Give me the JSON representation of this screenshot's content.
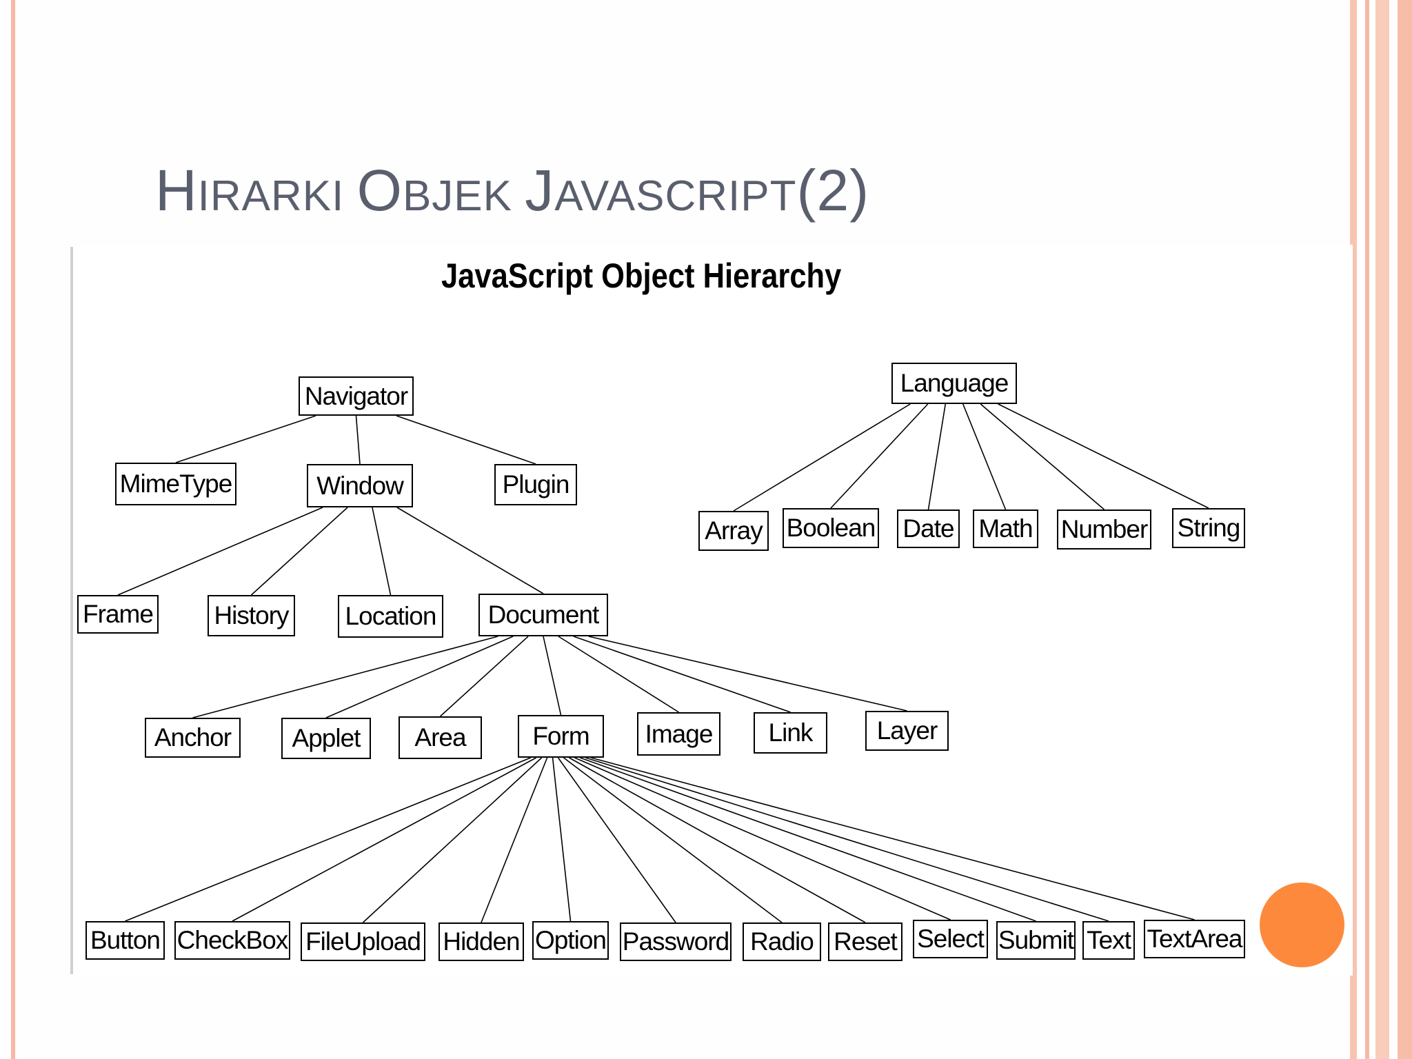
{
  "slide": {
    "title_parts": [
      {
        "text": "H",
        "size": "big"
      },
      {
        "text": "IRARKI ",
        "size": "small"
      },
      {
        "text": "O",
        "size": "big"
      },
      {
        "text": "BJEK ",
        "size": "small"
      },
      {
        "text": "J",
        "size": "big"
      },
      {
        "text": "AVASCRIPT",
        "size": "small"
      },
      {
        "text": "(2)",
        "size": "big"
      }
    ]
  },
  "diagram": {
    "title": "JavaScript Object Hierarchy",
    "nodes": [
      {
        "id": "navigator",
        "label": "Navigator"
      },
      {
        "id": "mimetype",
        "label": "MimeType"
      },
      {
        "id": "window",
        "label": "Window"
      },
      {
        "id": "plugin",
        "label": "Plugin"
      },
      {
        "id": "frame",
        "label": "Frame"
      },
      {
        "id": "history",
        "label": "History"
      },
      {
        "id": "location",
        "label": "Location"
      },
      {
        "id": "document",
        "label": "Document"
      },
      {
        "id": "anchor",
        "label": "Anchor"
      },
      {
        "id": "applet",
        "label": "Applet"
      },
      {
        "id": "area",
        "label": "Area"
      },
      {
        "id": "form",
        "label": "Form"
      },
      {
        "id": "image",
        "label": "Image"
      },
      {
        "id": "link",
        "label": "Link"
      },
      {
        "id": "layer",
        "label": "Layer"
      },
      {
        "id": "button",
        "label": "Button"
      },
      {
        "id": "checkbox",
        "label": "CheckBox"
      },
      {
        "id": "fileupload",
        "label": "FileUpload"
      },
      {
        "id": "hidden",
        "label": "Hidden"
      },
      {
        "id": "option",
        "label": "Option"
      },
      {
        "id": "password",
        "label": "Password"
      },
      {
        "id": "radio",
        "label": "Radio"
      },
      {
        "id": "reset",
        "label": "Reset"
      },
      {
        "id": "select",
        "label": "Select"
      },
      {
        "id": "submit",
        "label": "Submit"
      },
      {
        "id": "text",
        "label": "Text"
      },
      {
        "id": "textarea",
        "label": "TextArea"
      },
      {
        "id": "language",
        "label": "Language"
      },
      {
        "id": "array",
        "label": "Array"
      },
      {
        "id": "boolean",
        "label": "Boolean"
      },
      {
        "id": "date",
        "label": "Date"
      },
      {
        "id": "math",
        "label": "Math"
      },
      {
        "id": "number",
        "label": "Number"
      },
      {
        "id": "string",
        "label": "String"
      }
    ],
    "edges": [
      [
        "navigator",
        "mimetype"
      ],
      [
        "navigator",
        "window"
      ],
      [
        "navigator",
        "plugin"
      ],
      [
        "window",
        "frame"
      ],
      [
        "window",
        "history"
      ],
      [
        "window",
        "location"
      ],
      [
        "window",
        "document"
      ],
      [
        "document",
        "anchor"
      ],
      [
        "document",
        "applet"
      ],
      [
        "document",
        "area"
      ],
      [
        "document",
        "form"
      ],
      [
        "document",
        "image"
      ],
      [
        "document",
        "link"
      ],
      [
        "document",
        "layer"
      ],
      [
        "form",
        "button"
      ],
      [
        "form",
        "checkbox"
      ],
      [
        "form",
        "fileupload"
      ],
      [
        "form",
        "hidden"
      ],
      [
        "form",
        "option"
      ],
      [
        "form",
        "password"
      ],
      [
        "form",
        "radio"
      ],
      [
        "form",
        "reset"
      ],
      [
        "form",
        "select"
      ],
      [
        "form",
        "submit"
      ],
      [
        "form",
        "text"
      ],
      [
        "form",
        "textarea"
      ],
      [
        "language",
        "array"
      ],
      [
        "language",
        "boolean"
      ],
      [
        "language",
        "date"
      ],
      [
        "language",
        "math"
      ],
      [
        "language",
        "number"
      ],
      [
        "language",
        "string"
      ]
    ]
  }
}
